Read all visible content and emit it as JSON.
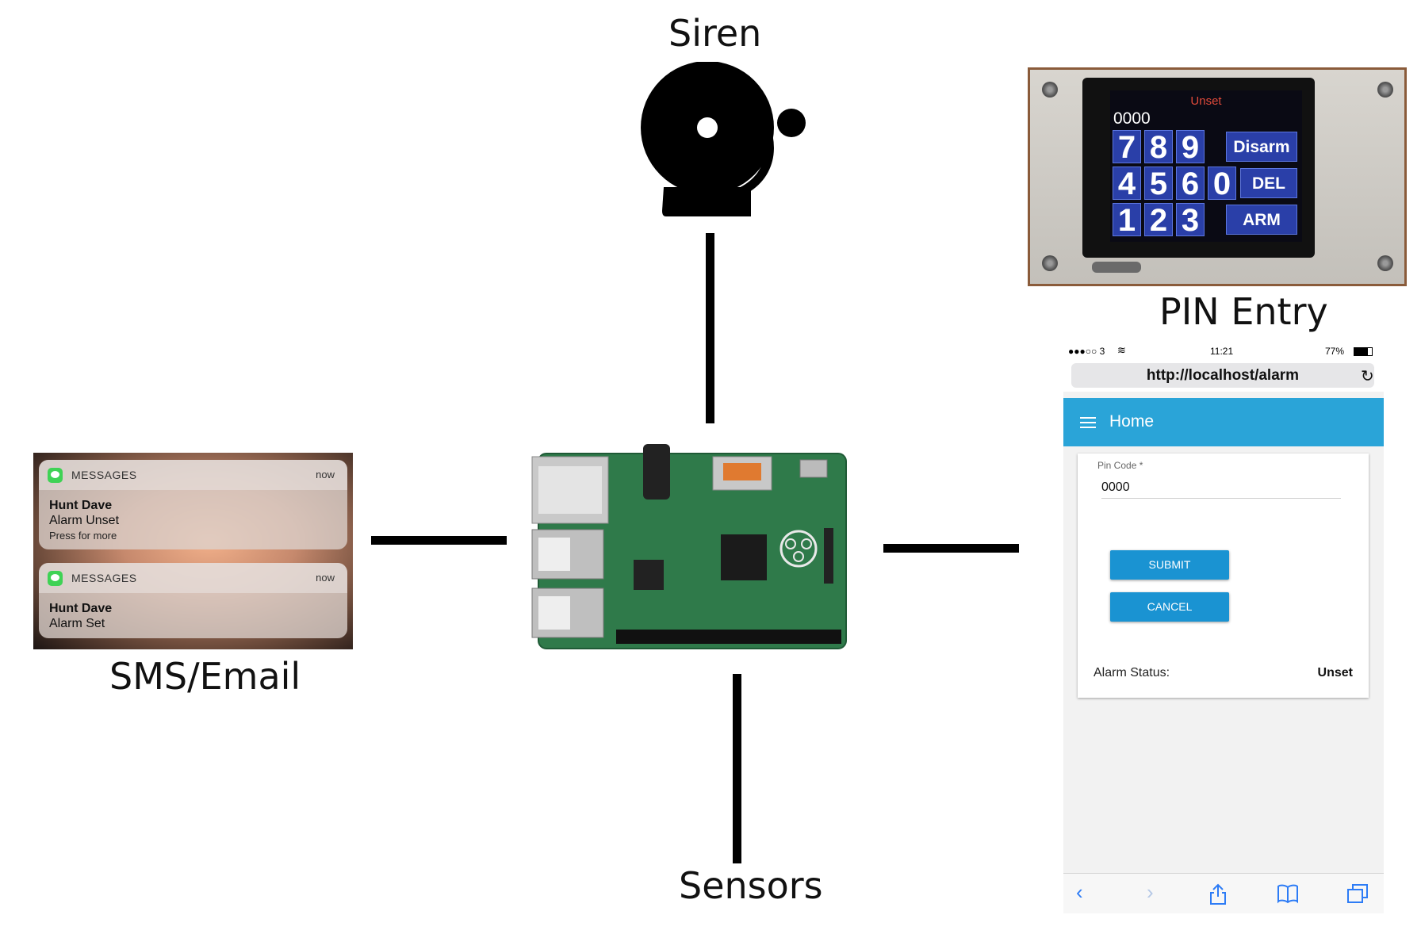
{
  "labels": {
    "siren": "Siren",
    "pin_entry": "PIN Entry",
    "sms_email": "SMS/Email",
    "sensors": "Sensors"
  },
  "notifications": [
    {
      "app": "MESSAGES",
      "time": "now",
      "sender": "Hunt Dave",
      "message": "Alarm Unset",
      "more": "Press for more"
    },
    {
      "app": "MESSAGES",
      "time": "now",
      "sender": "Hunt Dave",
      "message": "Alarm Set",
      "more": ""
    }
  ],
  "keypad": {
    "status": "Unset",
    "pin": "0000",
    "rows": [
      {
        "digits": [
          "7",
          "8",
          "9"
        ],
        "action": "Disarm"
      },
      {
        "digits": [
          "4",
          "5",
          "6",
          "0"
        ],
        "action": "DEL"
      },
      {
        "digits": [
          "1",
          "2",
          "3"
        ],
        "action": "ARM"
      }
    ]
  },
  "phone": {
    "status": {
      "carrier": "●●●○○ 3",
      "time": "11:21",
      "battery": "77%"
    },
    "url": "http://localhost/alarm",
    "app_title": "Home",
    "pin_label": "Pin Code *",
    "pin_value": "0000",
    "submit": "SUBMIT",
    "cancel": "CANCEL",
    "status_label": "Alarm Status:",
    "status_value": "Unset"
  },
  "colors": {
    "app_bar": "#2aa4d8",
    "button": "#1a93d2",
    "notif_icon": "#3fd255",
    "lcd_status": "#e04a3a"
  }
}
